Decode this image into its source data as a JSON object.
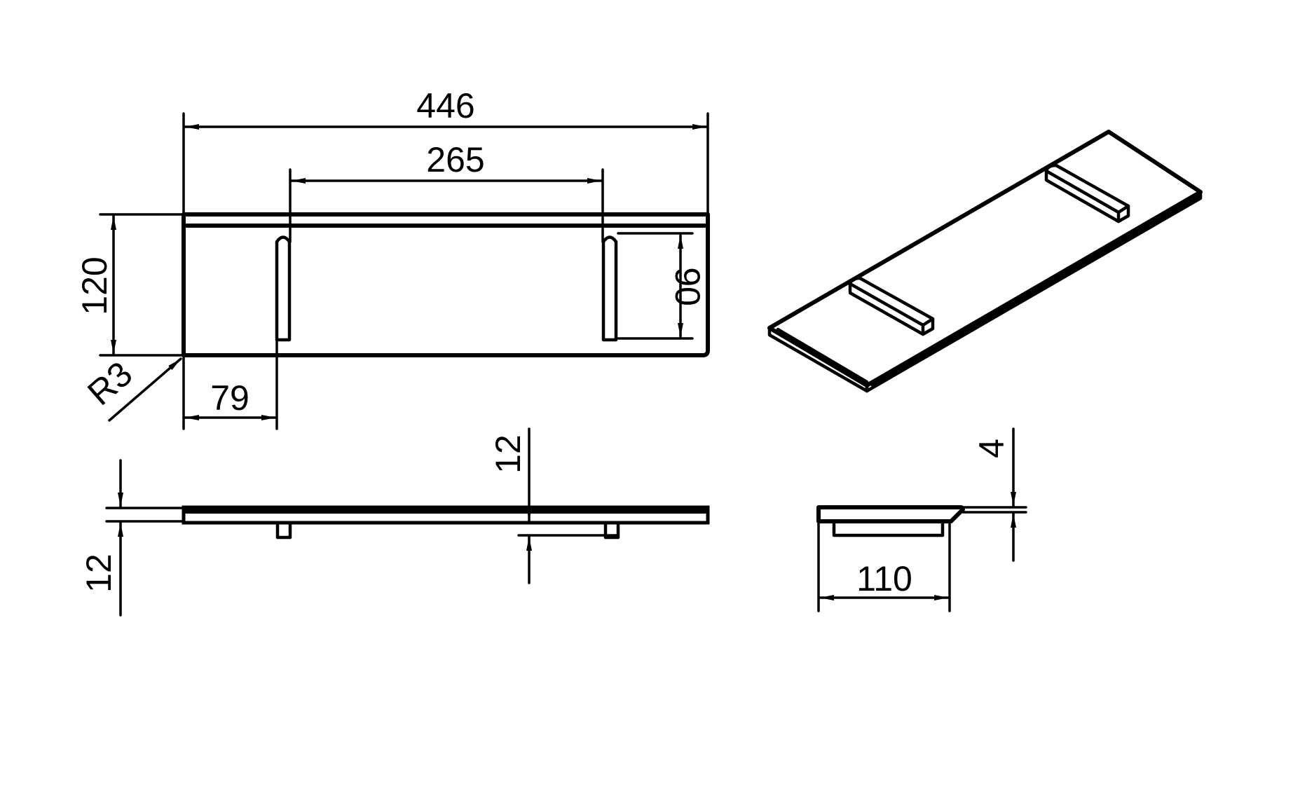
{
  "drawing": {
    "type": "technical-drawing",
    "subject": "shelf board with two mounting battens",
    "background_color": "#ffffff",
    "line_color": "#000000"
  },
  "views": {
    "top_view": {
      "dimensions": {
        "overall_length": "446",
        "batten_spacing": "265",
        "depth": "120",
        "batten_length": "90",
        "edge_to_batten": "79",
        "corner_radius": "R3"
      }
    },
    "front_view": {
      "dimensions": {
        "board_thickness": "12",
        "batten_height": "12"
      }
    },
    "side_view": {
      "dimensions": {
        "depth": "110",
        "edge_thickness": "4"
      }
    },
    "isometric_view": {
      "label": ""
    }
  }
}
